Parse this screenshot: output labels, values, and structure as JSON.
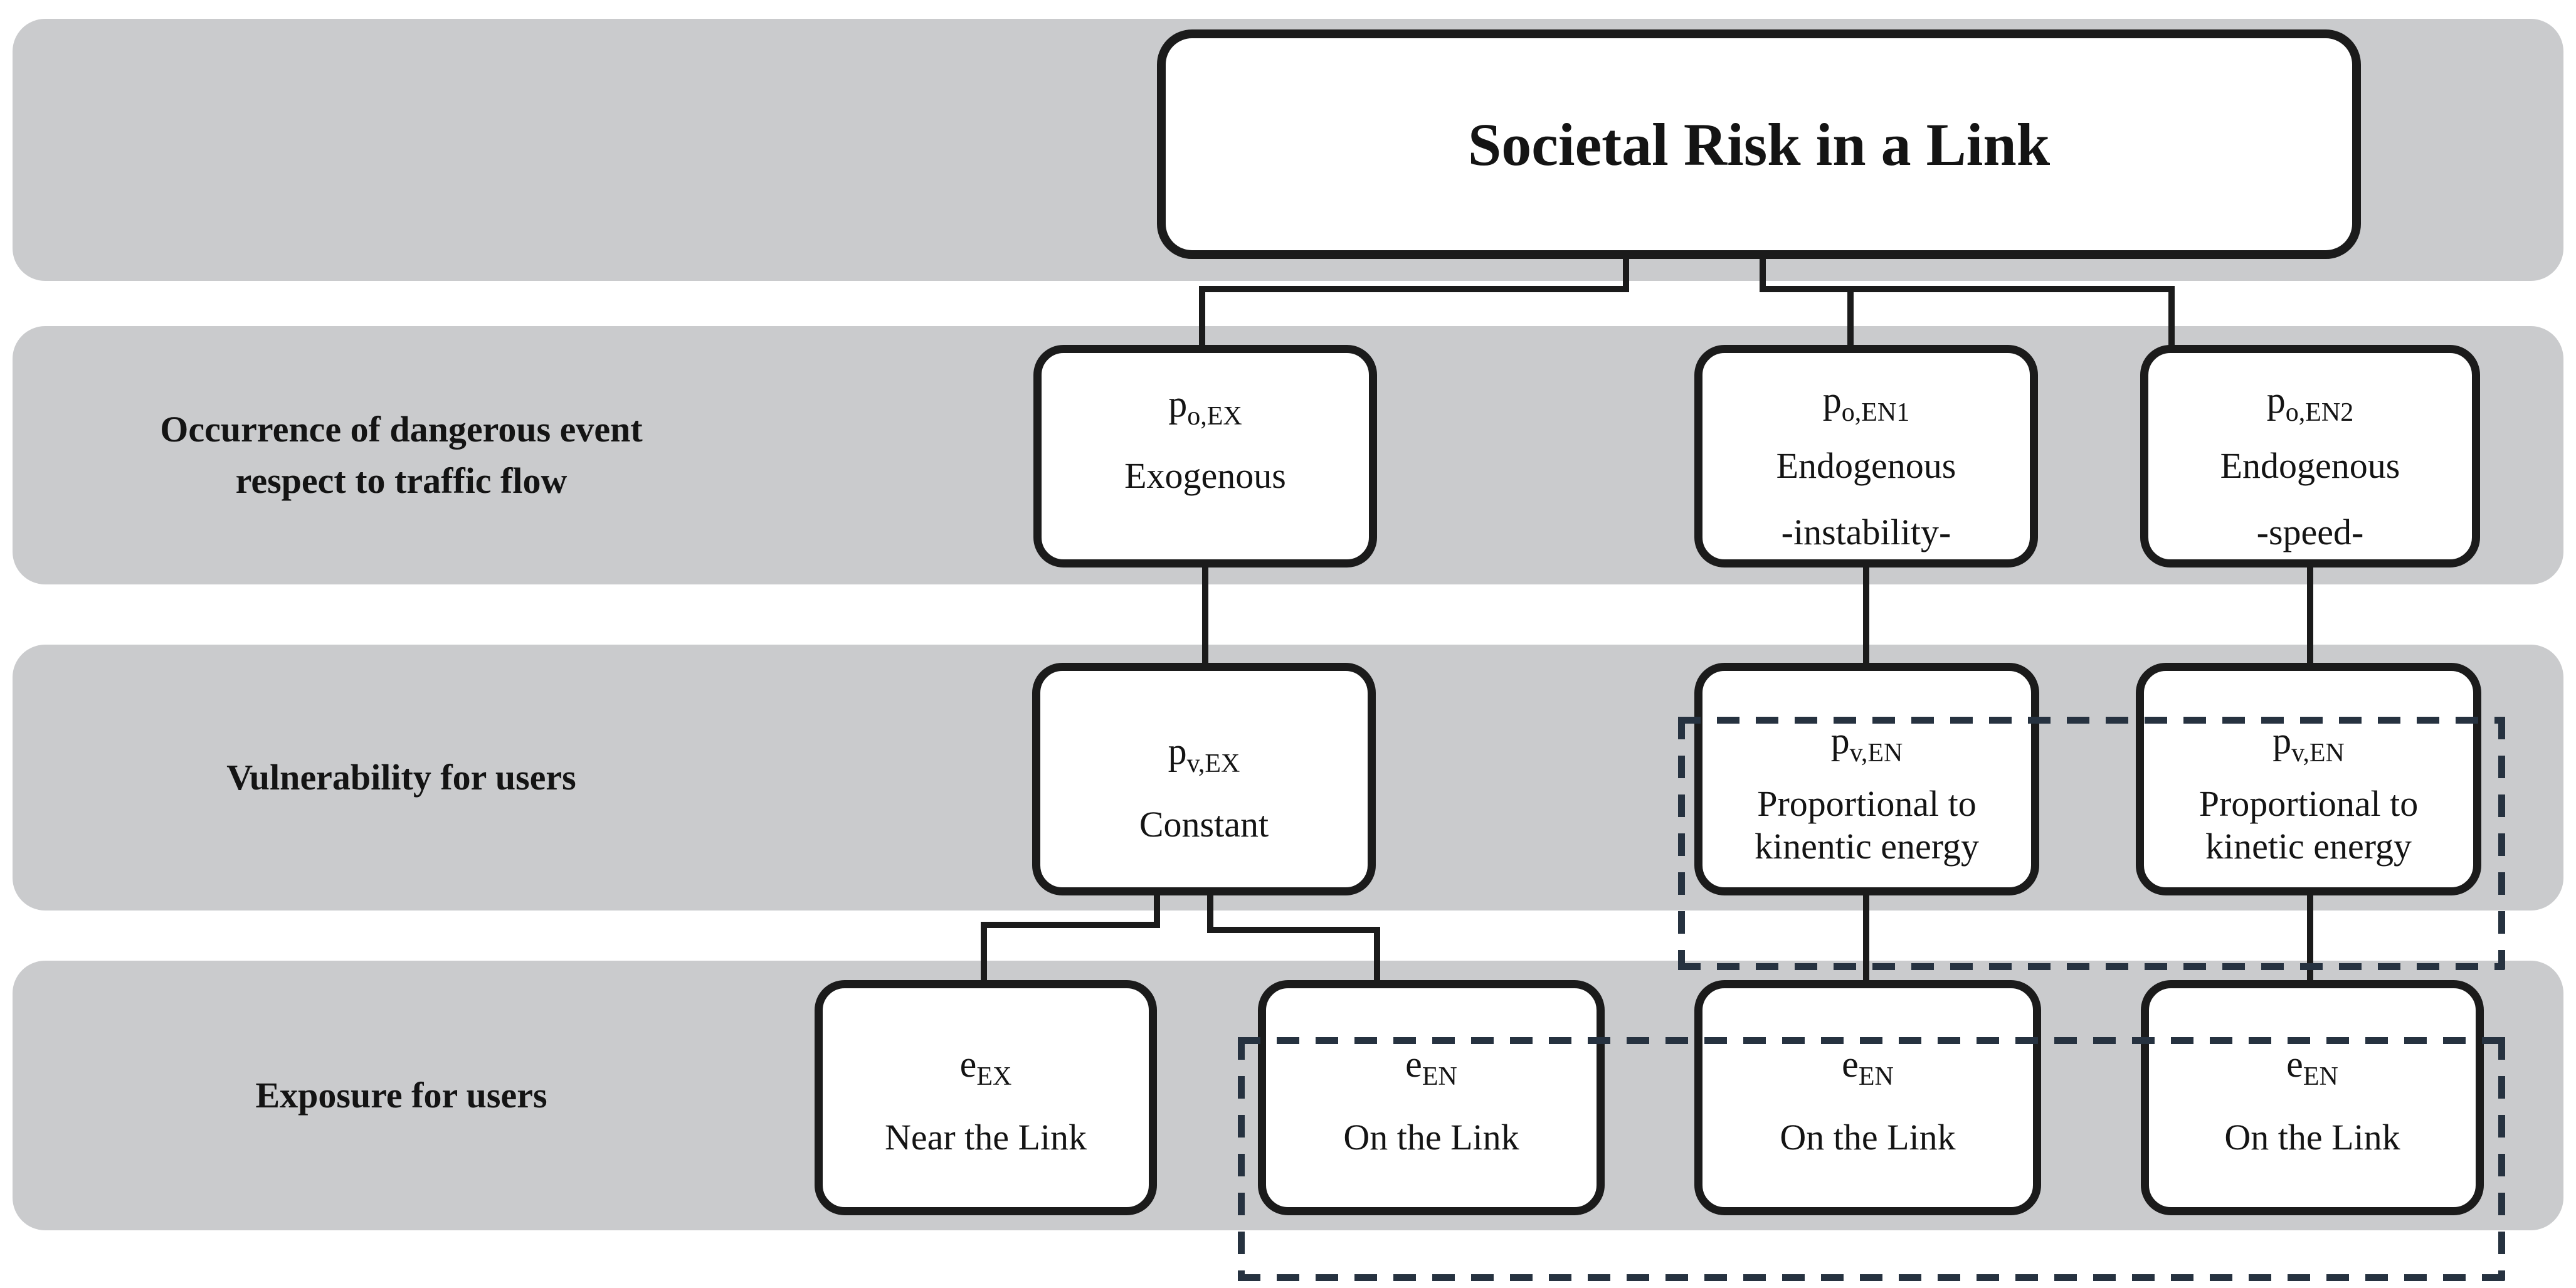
{
  "title": "Societal Risk in a Link",
  "rows": [
    {
      "label_lines": [
        "Occurrence of dangerous event",
        "respect to traffic flow"
      ]
    },
    {
      "label_lines": [
        "Vulnerability for users"
      ]
    },
    {
      "label_lines": [
        "Exposure for users"
      ]
    }
  ],
  "boxes": {
    "occ_ex": {
      "symbol": "p",
      "subscript": "o,EX",
      "lines": [
        "Exogenous"
      ]
    },
    "occ_en1": {
      "symbol": "p",
      "subscript": "o,EN1",
      "lines": [
        "Endogenous",
        "-instability-"
      ]
    },
    "occ_en2": {
      "symbol": "p",
      "subscript": "o,EN2",
      "lines": [
        "Endogenous",
        "-speed-"
      ]
    },
    "vul_ex": {
      "symbol": "p",
      "subscript": "v,EX",
      "lines": [
        "Constant"
      ]
    },
    "vul_en1": {
      "symbol": "p",
      "subscript": "v,EN",
      "lines": [
        "Proportional to",
        "kinentic energy"
      ]
    },
    "vul_en2": {
      "symbol": "p",
      "subscript": "v,EN",
      "lines": [
        "Proportional to",
        "kinetic energy"
      ]
    },
    "exp_ex": {
      "symbol": "e",
      "subscript": "EX",
      "lines": [
        "Near the Link"
      ]
    },
    "exp_en1": {
      "symbol": "e",
      "subscript": "EN",
      "lines": [
        "On the Link"
      ]
    },
    "exp_en2": {
      "symbol": "e",
      "subscript": "EN",
      "lines": [
        "On the Link"
      ]
    },
    "exp_en3": {
      "symbol": "e",
      "subscript": "EN",
      "lines": [
        "On the Link"
      ]
    }
  },
  "colors": {
    "band": "#cacbcd",
    "ink": "#1b1b1b",
    "dash": "#263240",
    "boxbg": "#ffffff",
    "text": "#141414"
  }
}
